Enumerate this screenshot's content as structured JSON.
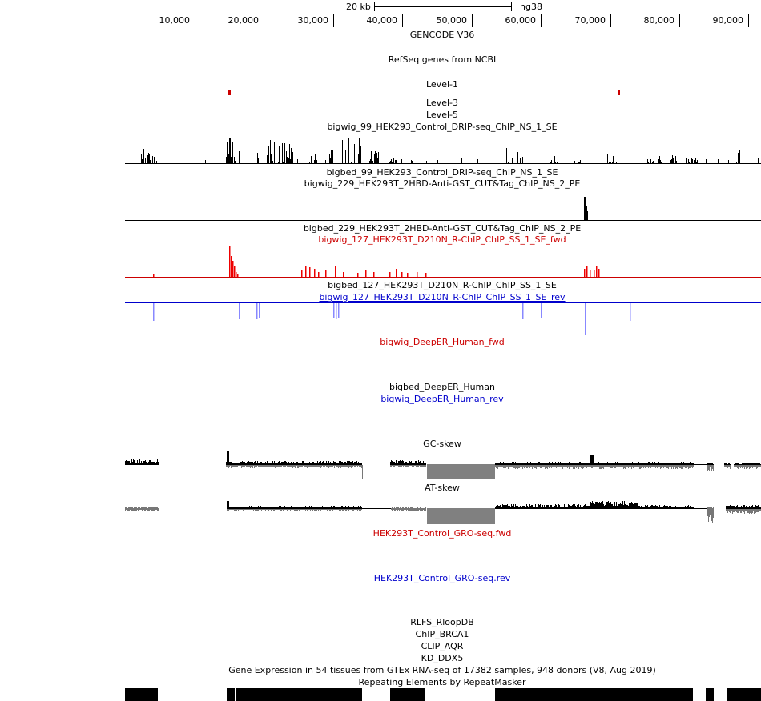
{
  "ruler": {
    "scale_label": "20 kb",
    "assembly": "hg38",
    "ticks": [
      "10,000",
      "20,000",
      "30,000",
      "40,000",
      "50,000",
      "60,000",
      "70,000",
      "80,000",
      "90,000"
    ]
  },
  "tracks": {
    "gencode": "GENCODE V36",
    "refseq": "RefSeq genes from NCBI",
    "level1": "Level-1",
    "level3": "Level-3",
    "level5": "Level-5",
    "bigwig99": "bigwig_99_HEK293_Control_DRIP-seq_ChIP_NS_1_SE",
    "bigbed99": "bigbed_99_HEK293_Control_DRIP-seq_ChIP_NS_1_SE",
    "bigwig229": "bigwig_229_HEK293T_2HBD-Anti-GST_CUT&Tag_ChIP_NS_2_PE",
    "bigbed229": "bigbed_229_HEK293T_2HBD-Anti-GST_CUT&Tag_ChIP_NS_2_PE",
    "bigwig127fwd": "bigwig_127_HEK293T_D210N_R-ChIP_ChIP_SS_1_SE_fwd",
    "bigbed127": "bigbed_127_HEK293T_D210N_R-ChIP_ChIP_SS_1_SE",
    "bigwig127rev": "bigwig_127_HEK293T_D210N_R-ChIP_ChIP_SS_1_SE_rev",
    "deeper_fwd": "bigwig_DeepER_Human_fwd",
    "deeper_bed": "bigbed_DeepER_Human",
    "deeper_rev": "bigwig_DeepER_Human_rev",
    "gc_skew": "GC-skew",
    "at_skew": "AT-skew",
    "gro_fwd": "HEK293T_Control_GRO-seq.fwd",
    "gro_rev": "HEK293T_Control_GRO-seq.rev",
    "rlfs": "RLFS_RloopDB",
    "chip_brca1": "ChIP_BRCA1",
    "clip_aqr": "CLIP_AQR",
    "kd_ddx5": "KD_DDX5",
    "gtex": "Gene Expression in 54 tissues from GTEx RNA-seq of 17382 samples, 948 donors (V8, Aug 2019)",
    "repeatmasker": "Repeating Elements by RepeatMasker"
  },
  "colors": {
    "red_track": "#cc0000",
    "blue_track": "#0000cc",
    "blue_signal": "#8888ff",
    "gray_fill": "#808080"
  }
}
